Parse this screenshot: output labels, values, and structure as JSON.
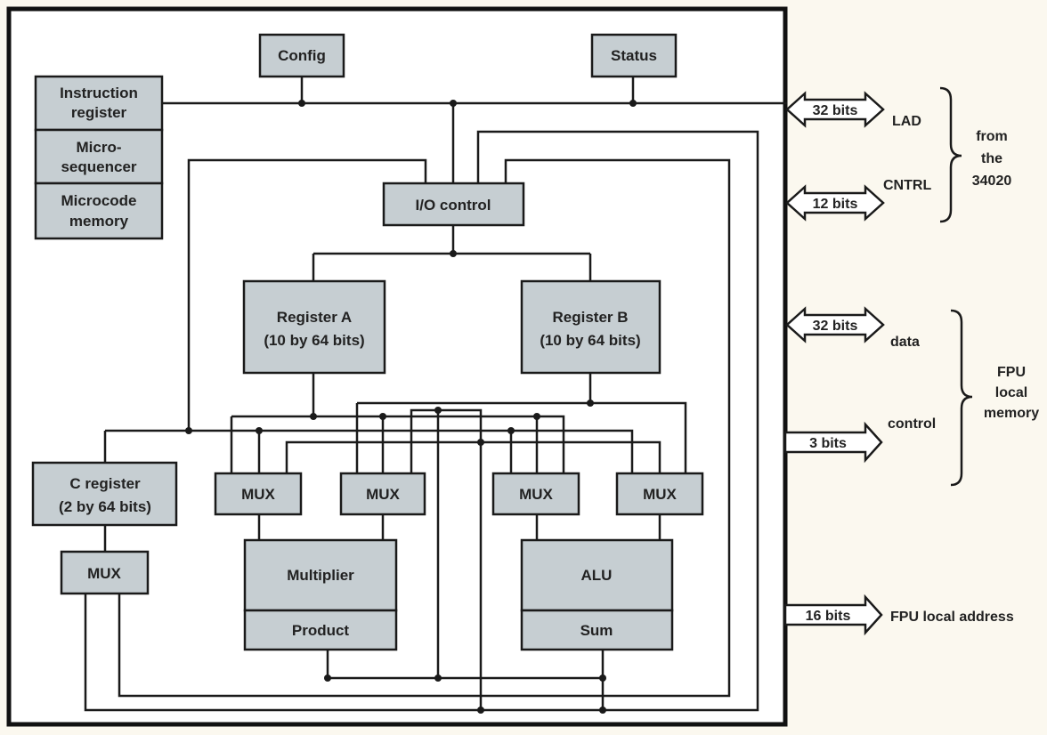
{
  "blocks": {
    "config": "Config",
    "status": "Status",
    "instruction_register": [
      "Instruction",
      "register"
    ],
    "microsequencer": [
      "Micro-",
      "sequencer"
    ],
    "microcode_memory": [
      "Microcode",
      "memory"
    ],
    "io_control": "I/O control",
    "register_a": [
      "Register A",
      "(10 by 64 bits)"
    ],
    "register_b": [
      "Register B",
      "(10 by 64 bits)"
    ],
    "c_register": [
      "C register",
      "(2 by 64 bits)"
    ],
    "mux": "MUX",
    "multiplier": "Multiplier",
    "product": "Product",
    "alu": "ALU",
    "sum": "Sum"
  },
  "interface": {
    "lad_width": "32 bits",
    "lad_label": "LAD",
    "cntrl_width": "12 bits",
    "cntrl_label": "CNTRL",
    "host_brace": [
      "from",
      "the",
      "34020"
    ],
    "data_width": "32 bits",
    "data_label": "data",
    "control_width": "3 bits",
    "control_label": "control",
    "memory_brace": [
      "FPU",
      "local",
      "memory"
    ],
    "address_width": "16 bits",
    "address_label": "FPU local address"
  }
}
